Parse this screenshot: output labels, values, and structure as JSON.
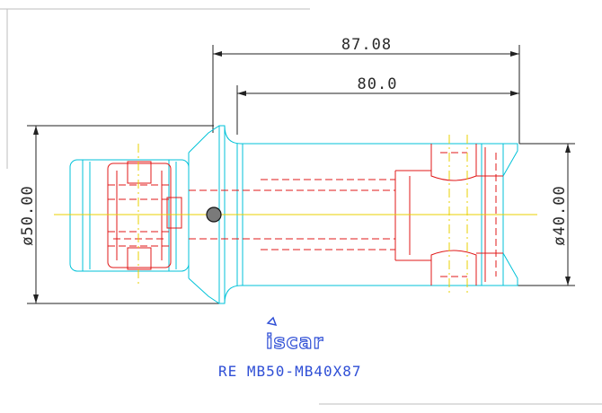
{
  "dimensions": {
    "overall_length": "87.08",
    "body_length": "80.0",
    "shank_diameter": "ø50.00",
    "head_diameter": "ø40.00"
  },
  "logo": {
    "text": "iscar",
    "color": "#2f4fd6"
  },
  "part_number": "RE MB50-MB40X87",
  "colors": {
    "outline": "#00c2d8",
    "hidden_lines": "#e01818",
    "center_lines": "#e8d000",
    "dimension_lines": "#222222"
  }
}
